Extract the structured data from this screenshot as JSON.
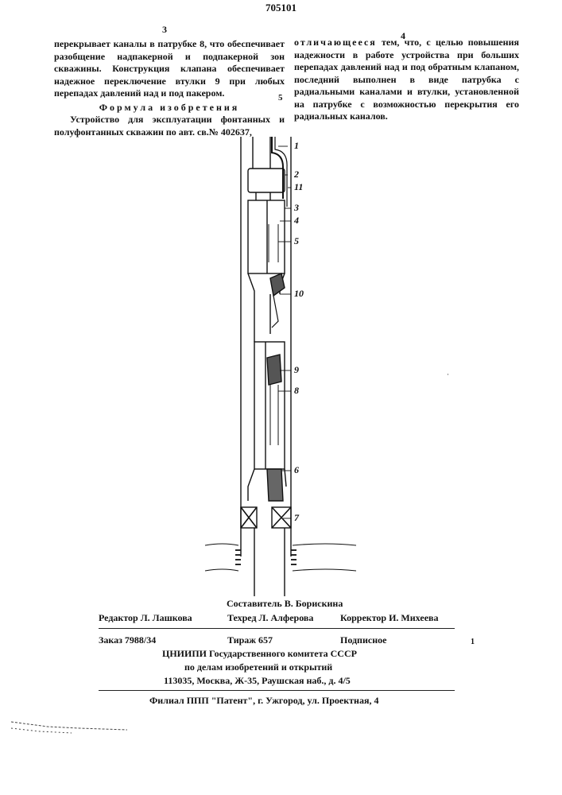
{
  "header": {
    "patent_number": "705101",
    "col_left_number": "3",
    "col_right_number": "4",
    "line_marker": "5"
  },
  "left_column": {
    "para1": "перекрывает каналы в патрубке 8, что обеспечивает разобщение надпакерной и подпакерной зон скважины. Конструкция клапана обеспечивает надежное переключение втулки 9 при любых перепадах давлений над и под пакером.",
    "formula_heading": "Формула изобретения",
    "para2": "Устройство для эксплуатации фонтанных и полуфонтанных скважин по авт. св.№ 402637,"
  },
  "right_column": {
    "spaced_word": "отличающееся",
    "text": " тем, что, с целью повышения надежности в работе устройства при больших перепадах давлений над и под обратным клапаном, последний выполнен в виде патрубка с радиальными каналами и втулки, установленной на патрубке с возможностью перекрытия его радиальных каналов."
  },
  "drawing": {
    "callouts": [
      "1",
      "2",
      "11",
      "3",
      "4",
      "5",
      "10",
      "9",
      "8",
      "6",
      "7"
    ]
  },
  "imprint": {
    "compiler": "Составитель В. Борискина",
    "editor": "Редактор Л. Лашкова",
    "techeditor": "Техред Л. Алферова",
    "corrector": "Корректор И. Михеева",
    "order": "Заказ 7988/34",
    "circulation": "Тираж 657",
    "subscription": "Подписное",
    "institute1": "ЦНИИПИ Государственного комитета СССР",
    "institute2": "по делам изобретений и открытий",
    "address": "113035, Москва, Ж-35, Раушская наб., д. 4/5",
    "branch": "Филиал ППП \"Патент\", г. Ужгород, ул. Проектная, 4",
    "margin_mark": "1"
  }
}
